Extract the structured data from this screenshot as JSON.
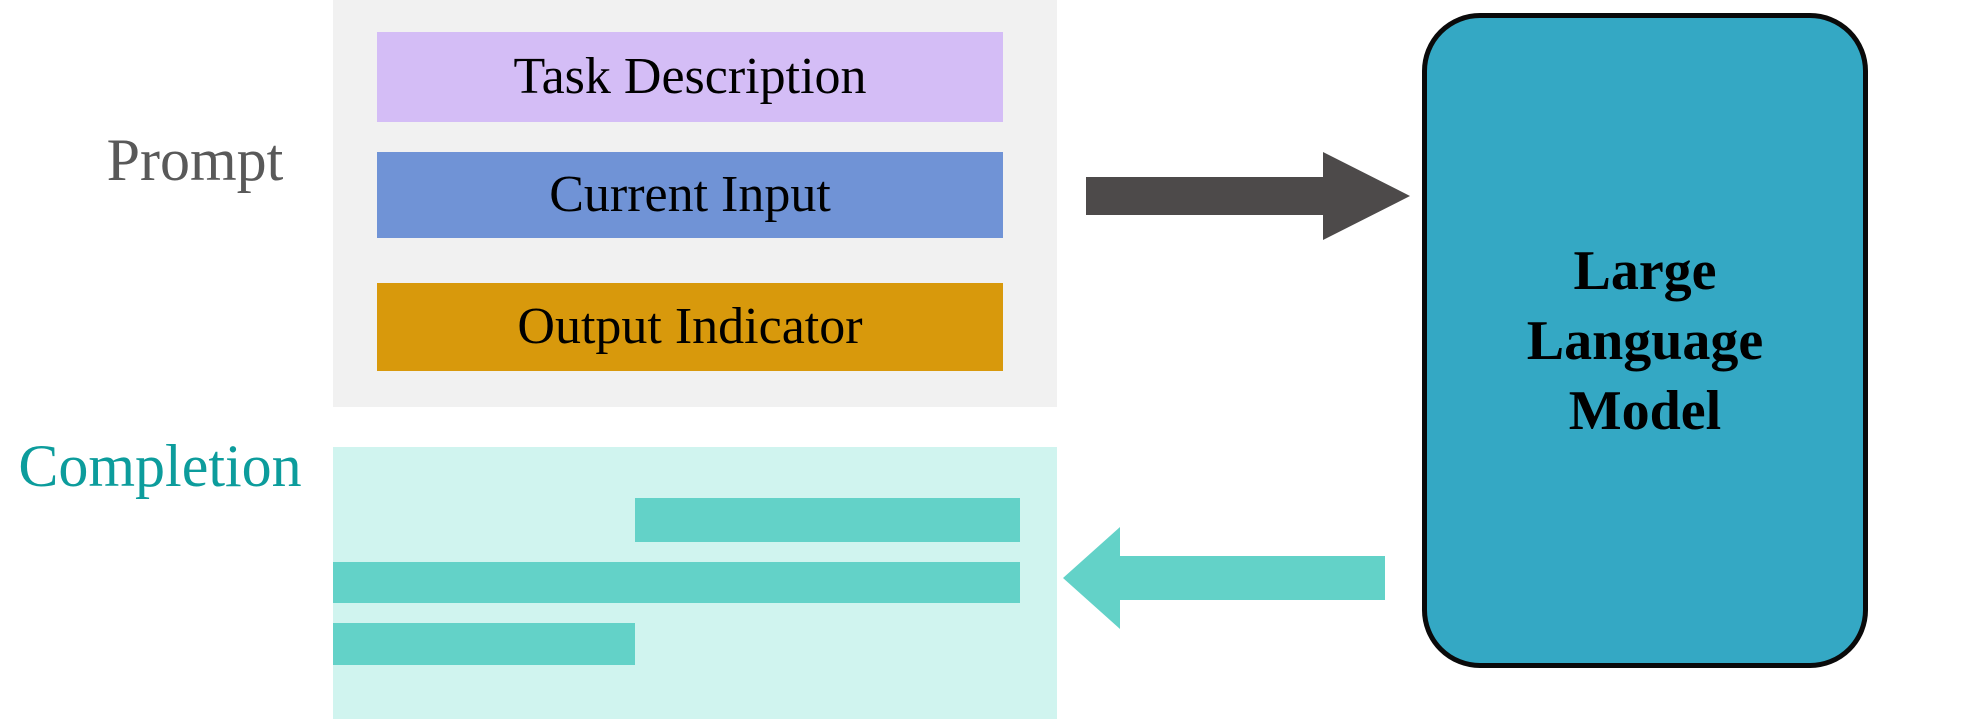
{
  "diagram": {
    "title_text_present": false,
    "colors": {
      "prompt_container_bg": "#f1f1f1",
      "task_description_bar": "#d4bdf6",
      "current_input_bar": "#7093d6",
      "output_indicator_bar": "#d8990c",
      "prompt_label_text": "#595959",
      "arrow_to_llm": "#4d4a4a",
      "llm_box_fill": "#34a8c4",
      "llm_box_border": "#0a0a0a",
      "llm_box_text": "#000000",
      "completion_container_bg": "#d0f4ef",
      "completion_bar": "#63d2c8",
      "completion_label_text": "#0c9c9c",
      "arrow_to_completion": "#63d2c8"
    },
    "prompt": {
      "label": "Prompt",
      "bars": [
        {
          "id": "task-description",
          "label": "Task Description"
        },
        {
          "id": "current-input",
          "label": "Current Input"
        },
        {
          "id": "output-indicator",
          "label": "Output Indicator"
        }
      ]
    },
    "llm": {
      "lines": [
        "Large",
        "Language",
        "Model"
      ]
    },
    "completion": {
      "label": "Completion",
      "bars": [
        {
          "id": "completion-bar-1",
          "label": ""
        },
        {
          "id": "completion-bar-2",
          "label": ""
        },
        {
          "id": "completion-bar-3",
          "label": ""
        }
      ]
    },
    "arrows": [
      {
        "id": "arrow-to-llm",
        "direction": "right",
        "from": "prompt",
        "to": "large-language-model"
      },
      {
        "id": "arrow-to-completion",
        "direction": "left",
        "from": "large-language-model",
        "to": "completion"
      }
    ]
  }
}
